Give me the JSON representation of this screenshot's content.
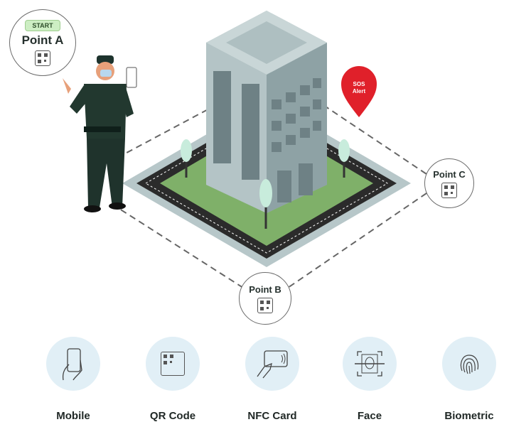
{
  "points": {
    "a": {
      "label": "Point A",
      "badge": "START"
    },
    "b": {
      "label": "Point B"
    },
    "c": {
      "label": "Point C"
    }
  },
  "alert": {
    "line1": "SOS",
    "line2": "Alert",
    "color": "#e0202a"
  },
  "methods": [
    {
      "label": "Mobile",
      "icon": "mobile-hand-icon"
    },
    {
      "label": "QR Code",
      "icon": "qr-code-icon"
    },
    {
      "label": "NFC Card",
      "icon": "nfc-card-icon"
    },
    {
      "label": "Face",
      "icon": "face-scan-icon"
    },
    {
      "label": "Biometric",
      "icon": "fingerprint-icon"
    }
  ]
}
